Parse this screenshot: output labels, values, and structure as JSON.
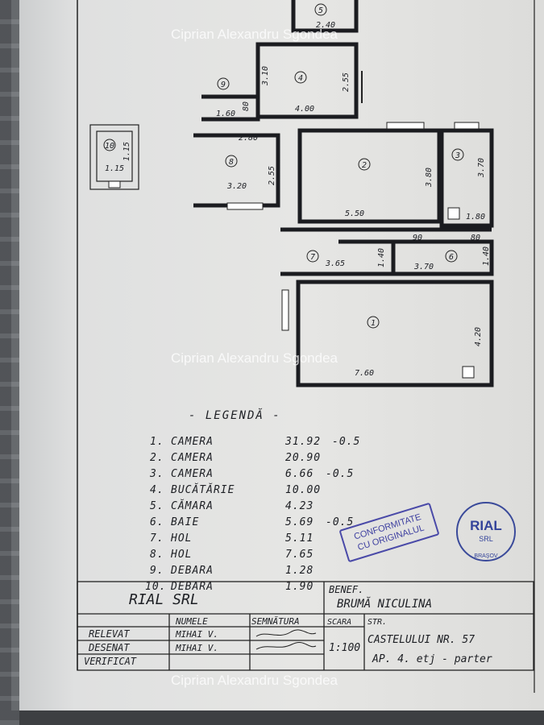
{
  "watermark": "Ciprian Alexandru Sgondea",
  "plan": {
    "rooms": [
      {
        "num": "1",
        "dims": [
          "7.60",
          "4.20"
        ]
      },
      {
        "num": "2",
        "dims": [
          "5.50",
          "3.80"
        ]
      },
      {
        "num": "3",
        "dims": [
          "1.80",
          "3.70"
        ]
      },
      {
        "num": "4",
        "dims": [
          "4.00",
          "3.10",
          "2.55"
        ]
      },
      {
        "num": "5",
        "dims": [
          "2.40"
        ]
      },
      {
        "num": "6",
        "dims": [
          "3.70",
          "1.40",
          "80",
          "90"
        ]
      },
      {
        "num": "7",
        "dims": [
          "3.65",
          "1.40"
        ]
      },
      {
        "num": "8",
        "dims": [
          "3.20",
          "2.80",
          "2.55"
        ]
      },
      {
        "num": "9",
        "dims": [
          "1.60",
          "80"
        ]
      },
      {
        "num": "10",
        "dims": [
          "1.15",
          "1.15"
        ]
      }
    ]
  },
  "legend": {
    "title": "- LEGENDĂ -",
    "items": [
      {
        "n": "1.",
        "name": "CAMERA",
        "area": "31.92",
        "note": "-0.5"
      },
      {
        "n": "2.",
        "name": "CAMERA",
        "area": "20.90",
        "note": ""
      },
      {
        "n": "3.",
        "name": "CAMERA",
        "area": "6.66",
        "note": "-0.5"
      },
      {
        "n": "4.",
        "name": "BUCĂTĂRIE",
        "area": "10.00",
        "note": ""
      },
      {
        "n": "5.",
        "name": "CĂMARA",
        "area": "4.23",
        "note": ""
      },
      {
        "n": "6.",
        "name": "BAIE",
        "area": "5.69",
        "note": "-0.5"
      },
      {
        "n": "7.",
        "name": "HOL",
        "area": "5.11",
        "note": ""
      },
      {
        "n": "8.",
        "name": "HOL",
        "area": "7.65",
        "note": ""
      },
      {
        "n": "9.",
        "name": "DEBARA",
        "area": "1.28",
        "note": ""
      },
      {
        "n": "10.",
        "name": "DEBARA",
        "area": "1.90",
        "note": ""
      }
    ]
  },
  "stamps": {
    "conformitate_line1": "CONFORMITATE",
    "conformitate_line2": "CU ORIGINALUL",
    "rial_name": "RIAL",
    "rial_srl": "SRL",
    "rial_city": "BRAŞOV"
  },
  "title_block": {
    "company": "RIAL SRL",
    "benef_label": "BENEF.",
    "benef_name": "BRUMĂ NICULINA",
    "col_numele": "NUMELE",
    "col_semnatura": "SEMNĂTURA",
    "col_scara": "SCARA",
    "str_label": "STR.",
    "rows": [
      {
        "role": "RELEVAT",
        "name": "MIHAI V."
      },
      {
        "role": "DESENAT",
        "name": "MIHAI V."
      },
      {
        "role": "VERIFICAT",
        "name": ""
      }
    ],
    "scale": "1:100",
    "address_line1": "CASTELULUI NR. 57",
    "address_line2": "AP. 4. etj - parter"
  }
}
